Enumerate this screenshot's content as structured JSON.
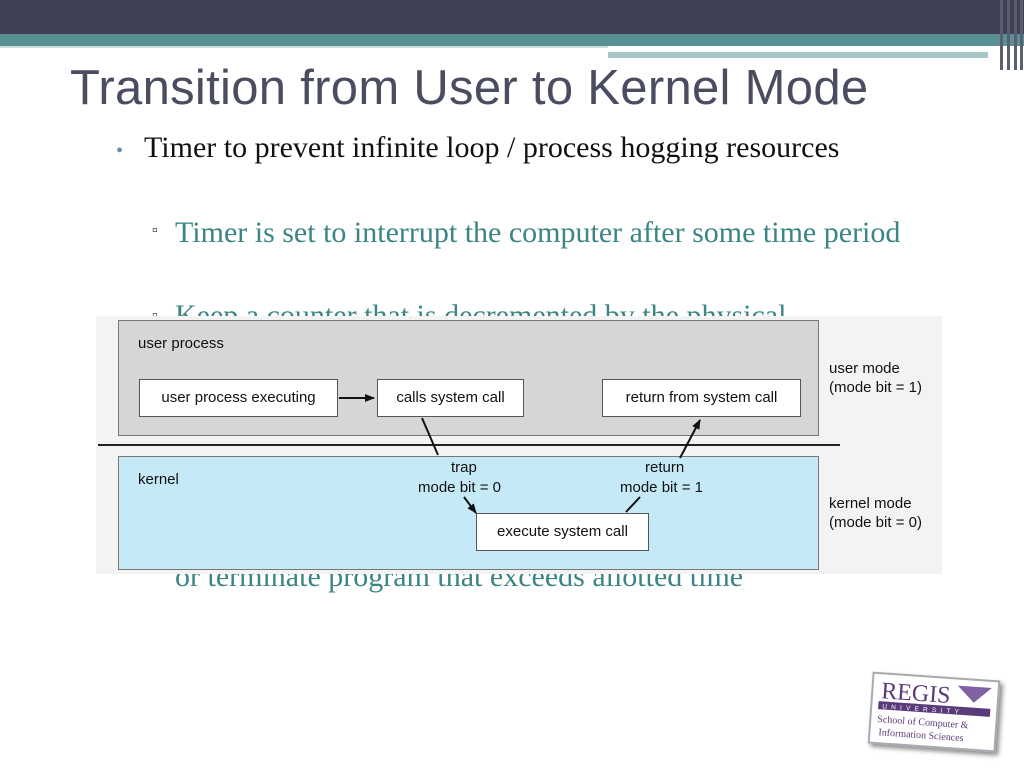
{
  "slide": {
    "title": "Transition from User to Kernel Mode",
    "bullets": [
      {
        "text": "Timer to prevent infinite loop / process hogging resources"
      },
      {
        "text": "Timer is set to interrupt the computer after some time period"
      },
      {
        "text": "Keep a counter that is decremented by the physical"
      },
      {
        "text": "or terminate program that exceeds allotted time"
      }
    ]
  },
  "diagram": {
    "user_area_label": "user process",
    "kernel_area_label": "kernel",
    "boxes": {
      "user_process_executing": "user process executing",
      "calls_system_call": "calls system call",
      "return_from_system_call": "return from system call",
      "execute_system_call": "execute system call"
    },
    "transitions": {
      "trap": "trap",
      "trap_mode_bit": "mode bit = 0",
      "return": "return",
      "return_mode_bit": "mode bit = 1"
    },
    "modes": {
      "user_mode": "user mode",
      "user_mode_bit": "(mode bit = 1)",
      "kernel_mode": "kernel mode",
      "kernel_mode_bit": "(mode bit = 0)"
    }
  },
  "logo": {
    "name": "REGIS",
    "university": "UNIVERSITY",
    "school_line1": "School of Computer &",
    "school_line2": "Information Sciences"
  },
  "colors": {
    "header_dark": "#404154",
    "header_teal": "#5a9094",
    "title": "#4a4c60",
    "sub_bullet": "#3b8585",
    "kernel_fill": "#c6e9f8",
    "user_fill": "#d6d6d6",
    "logo_purple": "#5a3a7a"
  }
}
